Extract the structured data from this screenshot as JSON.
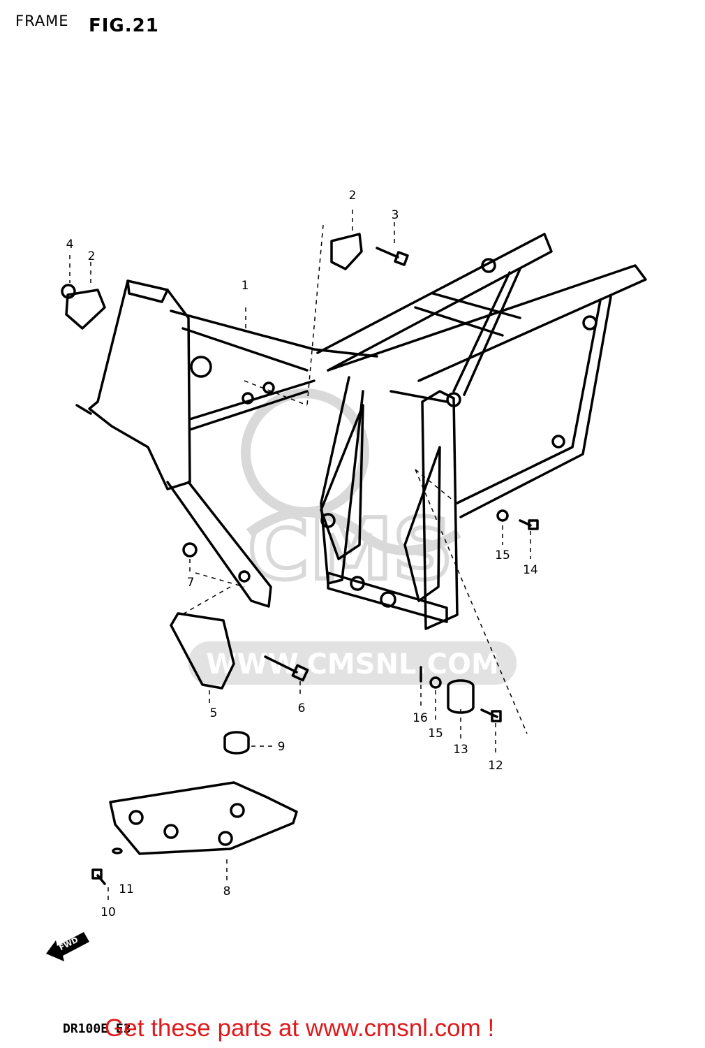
{
  "header": {
    "section": "FRAME",
    "figure": "FIG.21"
  },
  "watermark": {
    "text": "WWW.CMSNL.COM",
    "logo": "CMS"
  },
  "callouts": [
    {
      "id": "1",
      "label": "1"
    },
    {
      "id": "2a",
      "label": "2"
    },
    {
      "id": "2b",
      "label": "2"
    },
    {
      "id": "3",
      "label": "3"
    },
    {
      "id": "4",
      "label": "4"
    },
    {
      "id": "5",
      "label": "5"
    },
    {
      "id": "6",
      "label": "6"
    },
    {
      "id": "7",
      "label": "7"
    },
    {
      "id": "8",
      "label": "8"
    },
    {
      "id": "9",
      "label": "9"
    },
    {
      "id": "10",
      "label": "10"
    },
    {
      "id": "11",
      "label": "11"
    },
    {
      "id": "12",
      "label": "12"
    },
    {
      "id": "13",
      "label": "13"
    },
    {
      "id": "14",
      "label": "14"
    },
    {
      "id": "15a",
      "label": "15"
    },
    {
      "id": "15b",
      "label": "15"
    },
    {
      "id": "16",
      "label": "16"
    }
  ],
  "direction_marker": "FWD",
  "footer": {
    "model_code": "DR100E E3",
    "cta": "Get these parts at www.cmsnl.com !"
  },
  "colors": {
    "line": "#000000",
    "watermark": "#d9d9d9",
    "cta": "#e0191c"
  }
}
